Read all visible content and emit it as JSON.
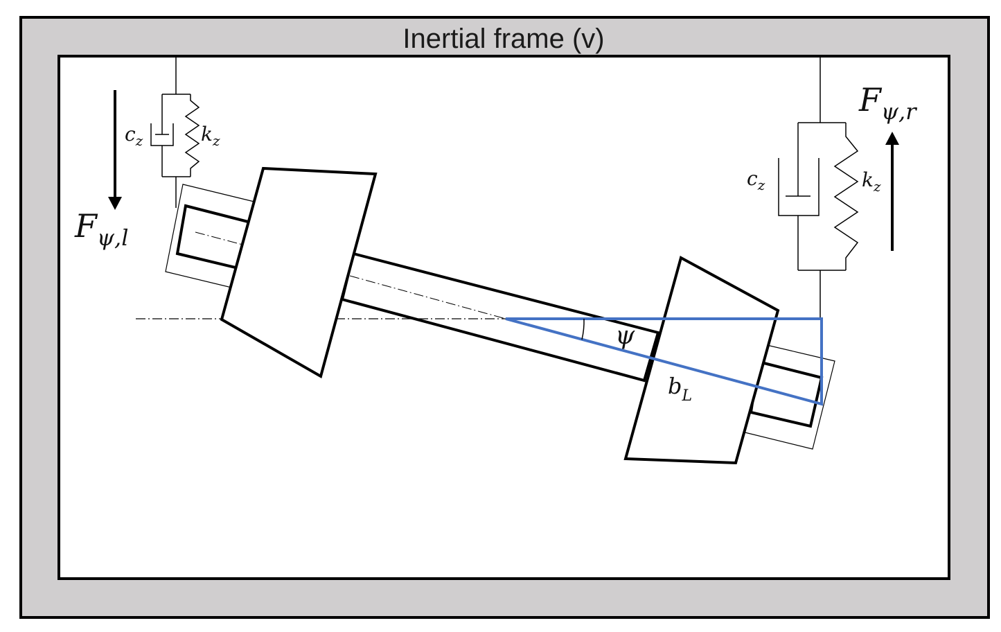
{
  "frame": {
    "title": "Inertial frame (v)",
    "outer_color": "#d0cecf",
    "inner_color": "#ffffff"
  },
  "labels": {
    "force_left": {
      "base": "F",
      "sub": "ψ,l"
    },
    "force_right": {
      "base": "F",
      "sub": "ψ,r"
    },
    "damper_left": {
      "base": "c",
      "sub": "z"
    },
    "spring_left": {
      "base": "k",
      "sub": "z"
    },
    "damper_right": {
      "base": "c",
      "sub": "z"
    },
    "spring_right": {
      "base": "k",
      "sub": "z"
    },
    "angle": "ψ",
    "half_track": {
      "base": "b",
      "sub": "L"
    }
  },
  "colors": {
    "line": "#000000",
    "triangle": "#4472c4"
  }
}
